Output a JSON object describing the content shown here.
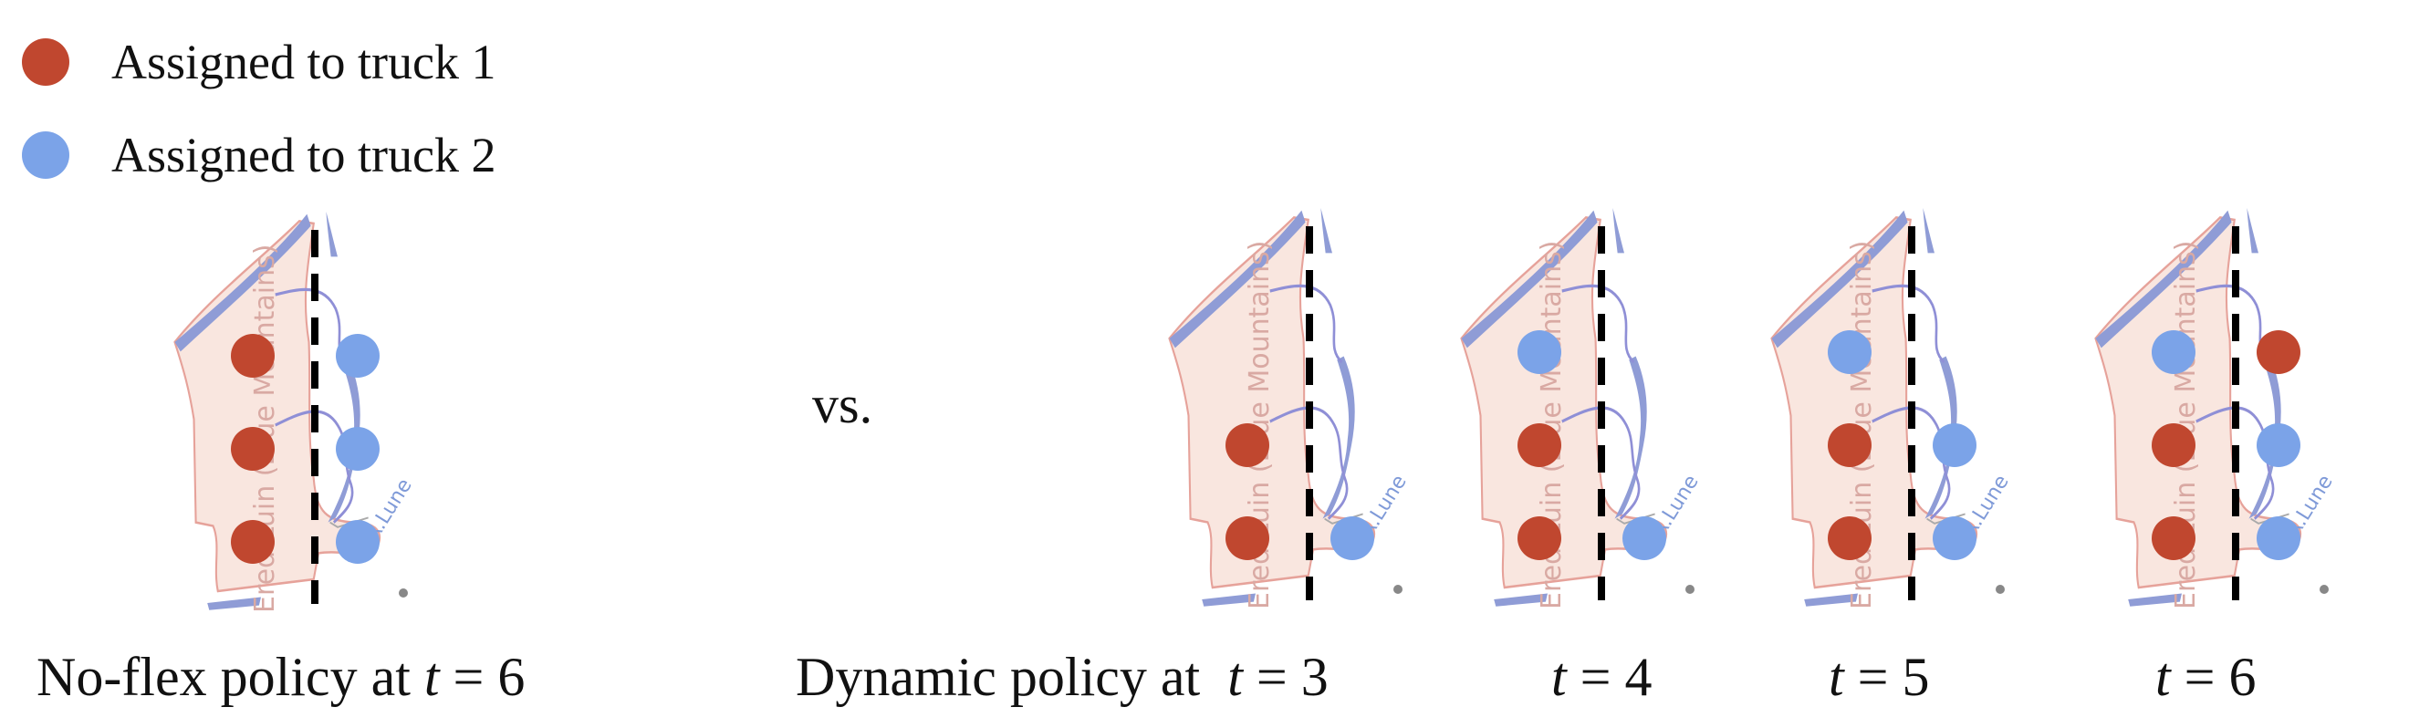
{
  "colors": {
    "truck1": "#c0472f",
    "truck2": "#7ba3e8",
    "land": "#f9e6df",
    "land_edge": "#e6a29a",
    "water": "#8f9cd6",
    "river": "#8f8fd6",
    "map_label": "#d9a9a3",
    "river_label": "#7f9ad8"
  },
  "legend": [
    {
      "label": "Assigned to truck 1",
      "color_key": "truck1"
    },
    {
      "label": "Assigned to truck 2",
      "color_key": "truck2"
    }
  ],
  "map_labels": {
    "mountains": "Ered Luin (Blue Mountains)",
    "river": "R.Lune"
  },
  "vs_label": "vs.",
  "captions": [
    {
      "prefix": "No-flex policy at ",
      "var": "t",
      "rel": " = 6"
    },
    {
      "prefix": "Dynamic policy at  ",
      "var": "t",
      "rel": " = 3"
    },
    {
      "prefix": "",
      "var": "t",
      "rel": " = 4"
    },
    {
      "prefix": "",
      "var": "t",
      "rel": " = 5"
    },
    {
      "prefix": "",
      "var": "t",
      "rel": " = 6"
    }
  ],
  "panels": [
    {
      "name": "no-flex-t6",
      "dots": [
        {
          "row": 1,
          "side": "left",
          "truck": 1
        },
        {
          "row": 1,
          "side": "right",
          "truck": 2
        },
        {
          "row": 2,
          "side": "left",
          "truck": 1
        },
        {
          "row": 2,
          "side": "right",
          "truck": 2
        },
        {
          "row": 3,
          "side": "left",
          "truck": 1
        },
        {
          "row": 3,
          "side": "right",
          "truck": 2
        }
      ]
    },
    {
      "name": "dynamic-t3",
      "dots": [
        {
          "row": 2,
          "side": "left",
          "truck": 1
        },
        {
          "row": 3,
          "side": "left",
          "truck": 1
        },
        {
          "row": 3,
          "side": "right",
          "truck": 2
        }
      ]
    },
    {
      "name": "dynamic-t4",
      "dots": [
        {
          "row": 1,
          "side": "left",
          "truck": 2
        },
        {
          "row": 2,
          "side": "left",
          "truck": 1
        },
        {
          "row": 3,
          "side": "left",
          "truck": 1
        },
        {
          "row": 3,
          "side": "right",
          "truck": 2
        }
      ]
    },
    {
      "name": "dynamic-t5",
      "dots": [
        {
          "row": 1,
          "side": "left",
          "truck": 2
        },
        {
          "row": 2,
          "side": "left",
          "truck": 1
        },
        {
          "row": 2,
          "side": "right",
          "truck": 2
        },
        {
          "row": 3,
          "side": "left",
          "truck": 1
        },
        {
          "row": 3,
          "side": "right",
          "truck": 2
        }
      ]
    },
    {
      "name": "dynamic-t6",
      "dots": [
        {
          "row": 1,
          "side": "left",
          "truck": 2
        },
        {
          "row": 1,
          "side": "right",
          "truck": 1
        },
        {
          "row": 2,
          "side": "left",
          "truck": 1
        },
        {
          "row": 2,
          "side": "right",
          "truck": 2
        },
        {
          "row": 3,
          "side": "left",
          "truck": 1
        },
        {
          "row": 3,
          "side": "right",
          "truck": 2
        }
      ]
    }
  ]
}
